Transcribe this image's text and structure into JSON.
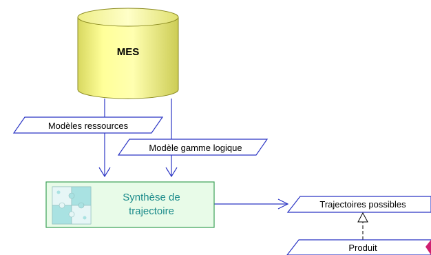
{
  "database": {
    "label": "MES"
  },
  "flows": {
    "resource_models": "Modèles ressources",
    "logical_routing_model": "Modèle gamme logique",
    "possible_trajectories": "Trajectoires possibles",
    "product": "Produit"
  },
  "process": {
    "line1": "Synthèse de",
    "line2": "trajectoire",
    "icon": "puzzle-icon"
  },
  "colors": {
    "database_fill": "#ffff99",
    "process_fill": "#e8fbe8",
    "process_border": "#3aa055",
    "process_text": "#1a8a8a",
    "flow_line": "#2b35c4",
    "puzzle_piece": "#a9e2e2"
  }
}
